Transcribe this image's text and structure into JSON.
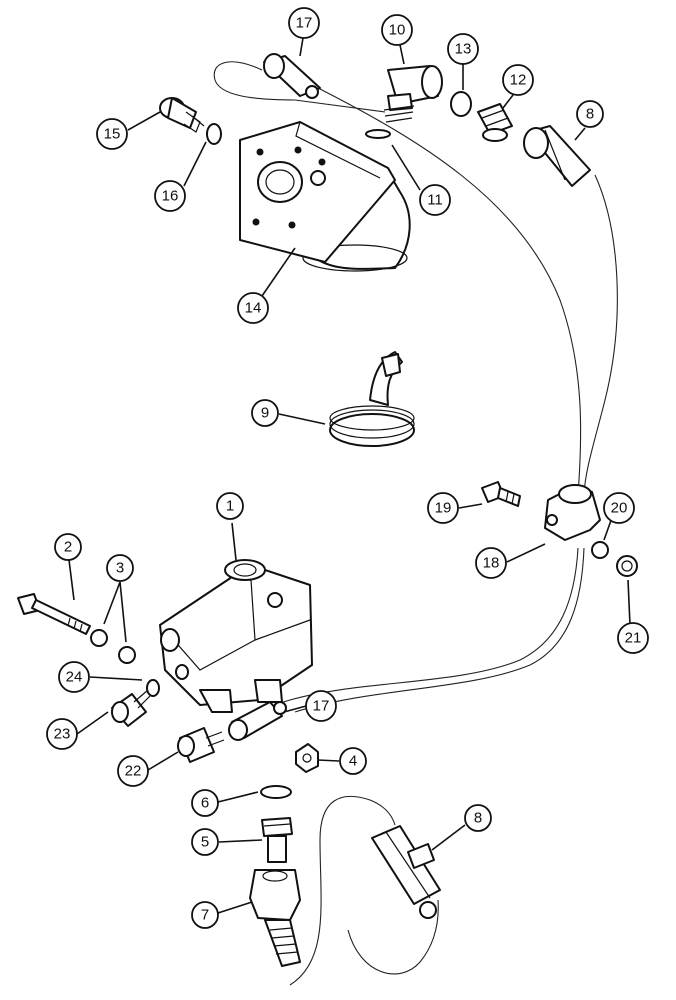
{
  "callouts": [
    {
      "id": "c1",
      "label": "1"
    },
    {
      "id": "c2",
      "label": "2"
    },
    {
      "id": "c3",
      "label": "3"
    },
    {
      "id": "c4",
      "label": "4"
    },
    {
      "id": "c5",
      "label": "5"
    },
    {
      "id": "c6",
      "label": "6"
    },
    {
      "id": "c7",
      "label": "7"
    },
    {
      "id": "c8a",
      "label": "8"
    },
    {
      "id": "c8b",
      "label": "8"
    },
    {
      "id": "c9",
      "label": "9"
    },
    {
      "id": "c10",
      "label": "10"
    },
    {
      "id": "c11",
      "label": "11"
    },
    {
      "id": "c12",
      "label": "12"
    },
    {
      "id": "c13",
      "label": "13"
    },
    {
      "id": "c14",
      "label": "14"
    },
    {
      "id": "c15",
      "label": "15"
    },
    {
      "id": "c16",
      "label": "16"
    },
    {
      "id": "c17a",
      "label": "17"
    },
    {
      "id": "c17b",
      "label": "17"
    },
    {
      "id": "c18",
      "label": "18"
    },
    {
      "id": "c19",
      "label": "19"
    },
    {
      "id": "c20",
      "label": "20"
    },
    {
      "id": "c21",
      "label": "21"
    },
    {
      "id": "c22",
      "label": "22"
    },
    {
      "id": "c23",
      "label": "23"
    },
    {
      "id": "c24",
      "label": "24"
    }
  ]
}
